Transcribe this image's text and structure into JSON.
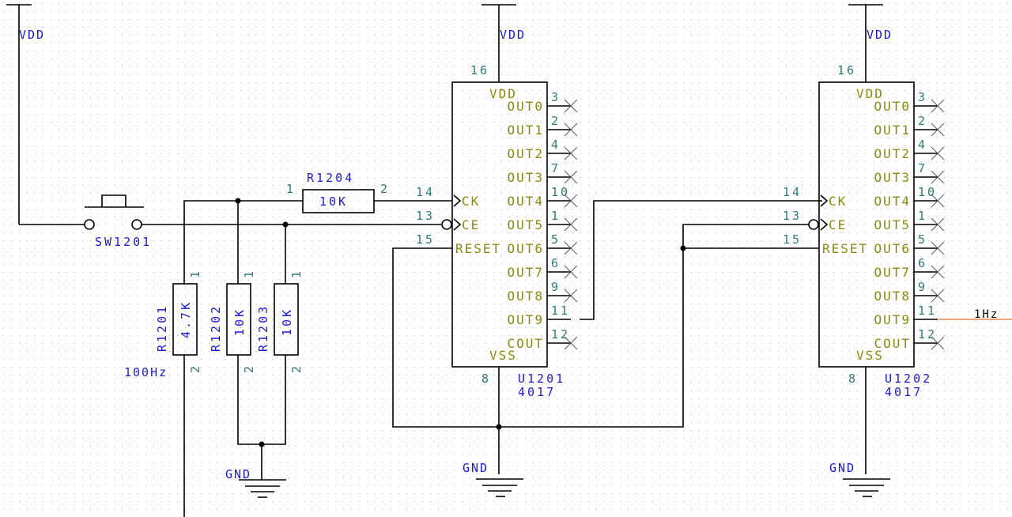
{
  "title": "4017 decade counter divider schematic",
  "colors": {
    "background": "#ffffff",
    "grid_dot": "#b8b8b8",
    "wire": "#000000",
    "net_label": "#1a1ad8",
    "pin_number": "#2f7a7a",
    "pin_name": "#8a8a10",
    "output_net": "#e07030"
  },
  "power": {
    "vdd_label": "VDD",
    "gnd_label": "GND"
  },
  "switch": {
    "ref": "SW1201"
  },
  "resistors": [
    {
      "ref": "R1201",
      "value": "4.7K",
      "pin1": "1",
      "pin2": "2"
    },
    {
      "ref": "R1202",
      "value": "10K",
      "pin1": "1",
      "pin2": "2"
    },
    {
      "ref": "R1203",
      "value": "10K",
      "pin1": "1",
      "pin2": "2"
    },
    {
      "ref": "R1204",
      "value": "10K",
      "pin1": "1",
      "pin2": "2"
    }
  ],
  "nets": {
    "clock_in": "100Hz",
    "clock_out": "1Hz"
  },
  "ics": [
    {
      "ref": "U1201",
      "part": "4017",
      "vdd_pin": "16",
      "vss_pin": "8",
      "top_label": "VDD",
      "bottom_label": "VSS",
      "left_pins": [
        {
          "num": "14",
          "name": "CK"
        },
        {
          "num": "13",
          "name": "CE"
        },
        {
          "num": "15",
          "name": "RESET"
        }
      ],
      "right_pins": [
        {
          "num": "3",
          "name": "OUT0"
        },
        {
          "num": "2",
          "name": "OUT1"
        },
        {
          "num": "4",
          "name": "OUT2"
        },
        {
          "num": "7",
          "name": "OUT3"
        },
        {
          "num": "10",
          "name": "OUT4"
        },
        {
          "num": "1",
          "name": "OUT5"
        },
        {
          "num": "5",
          "name": "OUT6"
        },
        {
          "num": "6",
          "name": "OUT7"
        },
        {
          "num": "9",
          "name": "OUT8"
        },
        {
          "num": "11",
          "name": "OUT9"
        },
        {
          "num": "12",
          "name": "COUT"
        }
      ]
    },
    {
      "ref": "U1202",
      "part": "4017",
      "vdd_pin": "16",
      "vss_pin": "8",
      "top_label": "VDD",
      "bottom_label": "VSS",
      "left_pins": [
        {
          "num": "14",
          "name": "CK"
        },
        {
          "num": "13",
          "name": "CE"
        },
        {
          "num": "15",
          "name": "RESET"
        }
      ],
      "right_pins": [
        {
          "num": "3",
          "name": "OUT0"
        },
        {
          "num": "2",
          "name": "OUT1"
        },
        {
          "num": "4",
          "name": "OUT2"
        },
        {
          "num": "7",
          "name": "OUT3"
        },
        {
          "num": "10",
          "name": "OUT4"
        },
        {
          "num": "1",
          "name": "OUT5"
        },
        {
          "num": "5",
          "name": "OUT6"
        },
        {
          "num": "6",
          "name": "OUT7"
        },
        {
          "num": "9",
          "name": "OUT8"
        },
        {
          "num": "11",
          "name": "OUT9"
        },
        {
          "num": "12",
          "name": "COUT"
        }
      ]
    }
  ]
}
